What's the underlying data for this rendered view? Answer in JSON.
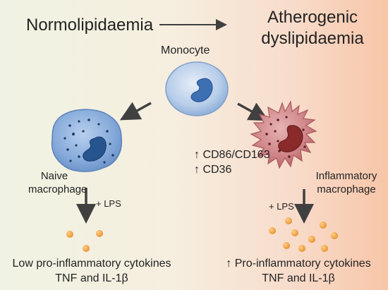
{
  "title_left": "Normolipidaemia",
  "title_right": "Atherogenic dyslipidaemia",
  "monocyte_label": "Monocyte",
  "naive_label": "Naive macrophage",
  "inflammatory_label": "Inflammatory macrophage",
  "marker_1": "↑ CD86/CD163",
  "marker_2": "↑ CD36",
  "lps_left": "+ LPS",
  "lps_right": "+ LPS",
  "bottom_left": "Low pro-inflammatory cytokines TNF and IL-1β",
  "bottom_right": "↑ Pro-inflammatory cytokines TNF and IL-1β",
  "colors": {
    "monocyte": "#9fbfe3",
    "naive_macrophage": "#7fa7d8",
    "inflammatory_macrophage": "#c9777b",
    "nucleus_blue": "#2e5f9e",
    "nucleus_red": "#8e2a2a",
    "cytokine": "#f0a23a",
    "arrow": "#404040"
  }
}
